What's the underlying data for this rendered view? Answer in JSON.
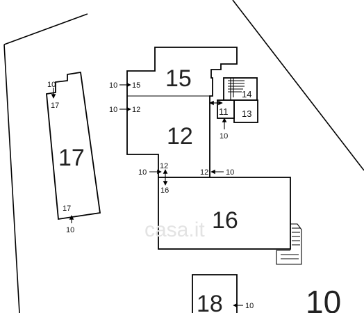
{
  "watermark": "casa.it",
  "parcels": {
    "p10": "10",
    "p12": "12",
    "p13": "13",
    "p14": "14",
    "p15": "15",
    "p16": "16",
    "p17": "17",
    "p18": "18"
  },
  "refs": {
    "left_top_10": "10",
    "left_top_17": "17",
    "left_bot_17": "17",
    "left_bot_10": "10",
    "r15_from": "10",
    "r15_to": "15",
    "r12_from": "10",
    "r12_to": "12",
    "r11_label": "11",
    "r11_from": "10",
    "mid_from": "10",
    "mid_to": "12",
    "mid_down": "16",
    "right_to": "12",
    "right_from": "10",
    "r18_from": "10"
  }
}
